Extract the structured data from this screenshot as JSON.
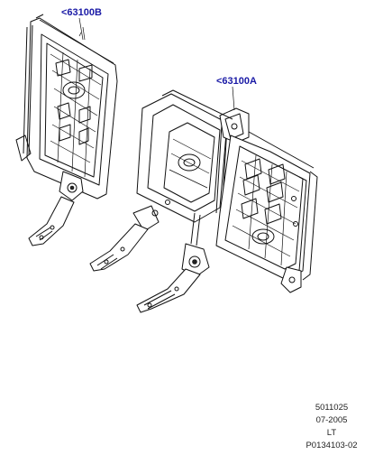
{
  "callouts": {
    "part_b": "<63100B",
    "part_a": "<63100A"
  },
  "footer": {
    "code": "5011025",
    "date": "07-2005",
    "region": "LT",
    "illustration_id": "P0134103-02"
  },
  "colors": {
    "callout": "#1a1aa6",
    "line": "#111111",
    "background": "#ffffff"
  }
}
